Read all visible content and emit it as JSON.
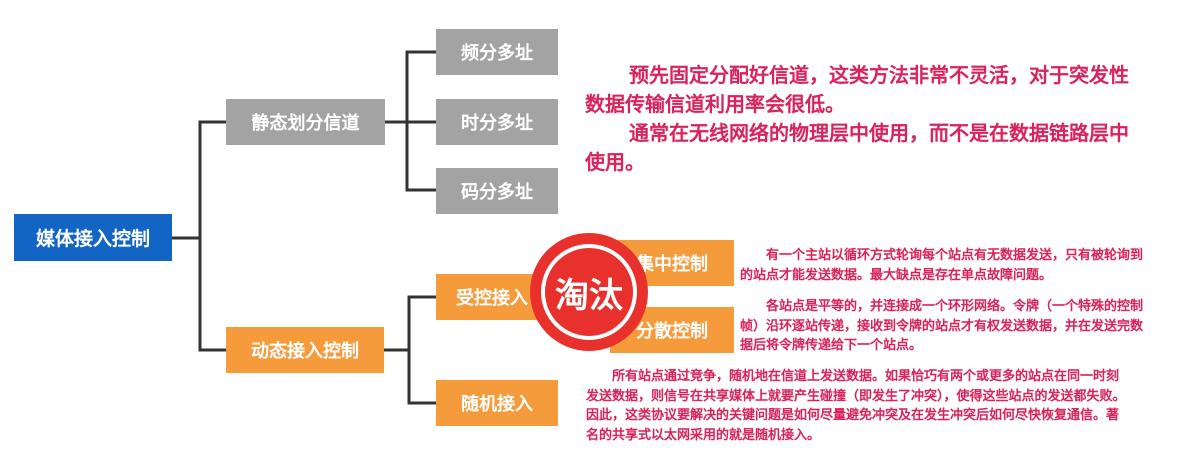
{
  "root": {
    "label": "媒体接入控制"
  },
  "static": {
    "label": "静态划分信道",
    "children": [
      "频分多址",
      "时分多址",
      "码分多址"
    ],
    "note": [
      "预先固定分配好信道，这类方法非常不灵活，对于突发性数据传输信道利用率会很低。",
      "通常在无线网络的物理层中使用，而不是在数据链路层中使用。"
    ]
  },
  "dynamic": {
    "label": "动态接入控制",
    "controlled": {
      "label": "受控接入",
      "children": [
        {
          "label": "集中控制",
          "note": "有一个主站以循环方式轮询每个站点有无数据发送，只有被轮询到的站点才能发送数据。最大缺点是存在单点故障问题。"
        },
        {
          "label": "分散控制",
          "note": "各站点是平等的，并连接成一个环形网络。令牌（一个特殊的控制帧）沿环逐站传递，接收到令牌的站点才有权发送数据，并在发送完数据后将令牌传递给下一个站点。"
        }
      ]
    },
    "random": {
      "label": "随机接入",
      "note": "所有站点通过竞争，随机地在信道上发送数据。如果恰巧有两个或更多的站点在同一时刻发送数据，则信号在共享媒体上就要产生碰撞（即发生了冲突），使得这些站点的发送都失败。因此，这类协议要解决的关键问题是如何尽量避免冲突及在发生冲突后如何尽快恢复通信。著名的共享式以太网采用的就是随机接入。"
    }
  },
  "stamp": {
    "label": "淘汰"
  }
}
